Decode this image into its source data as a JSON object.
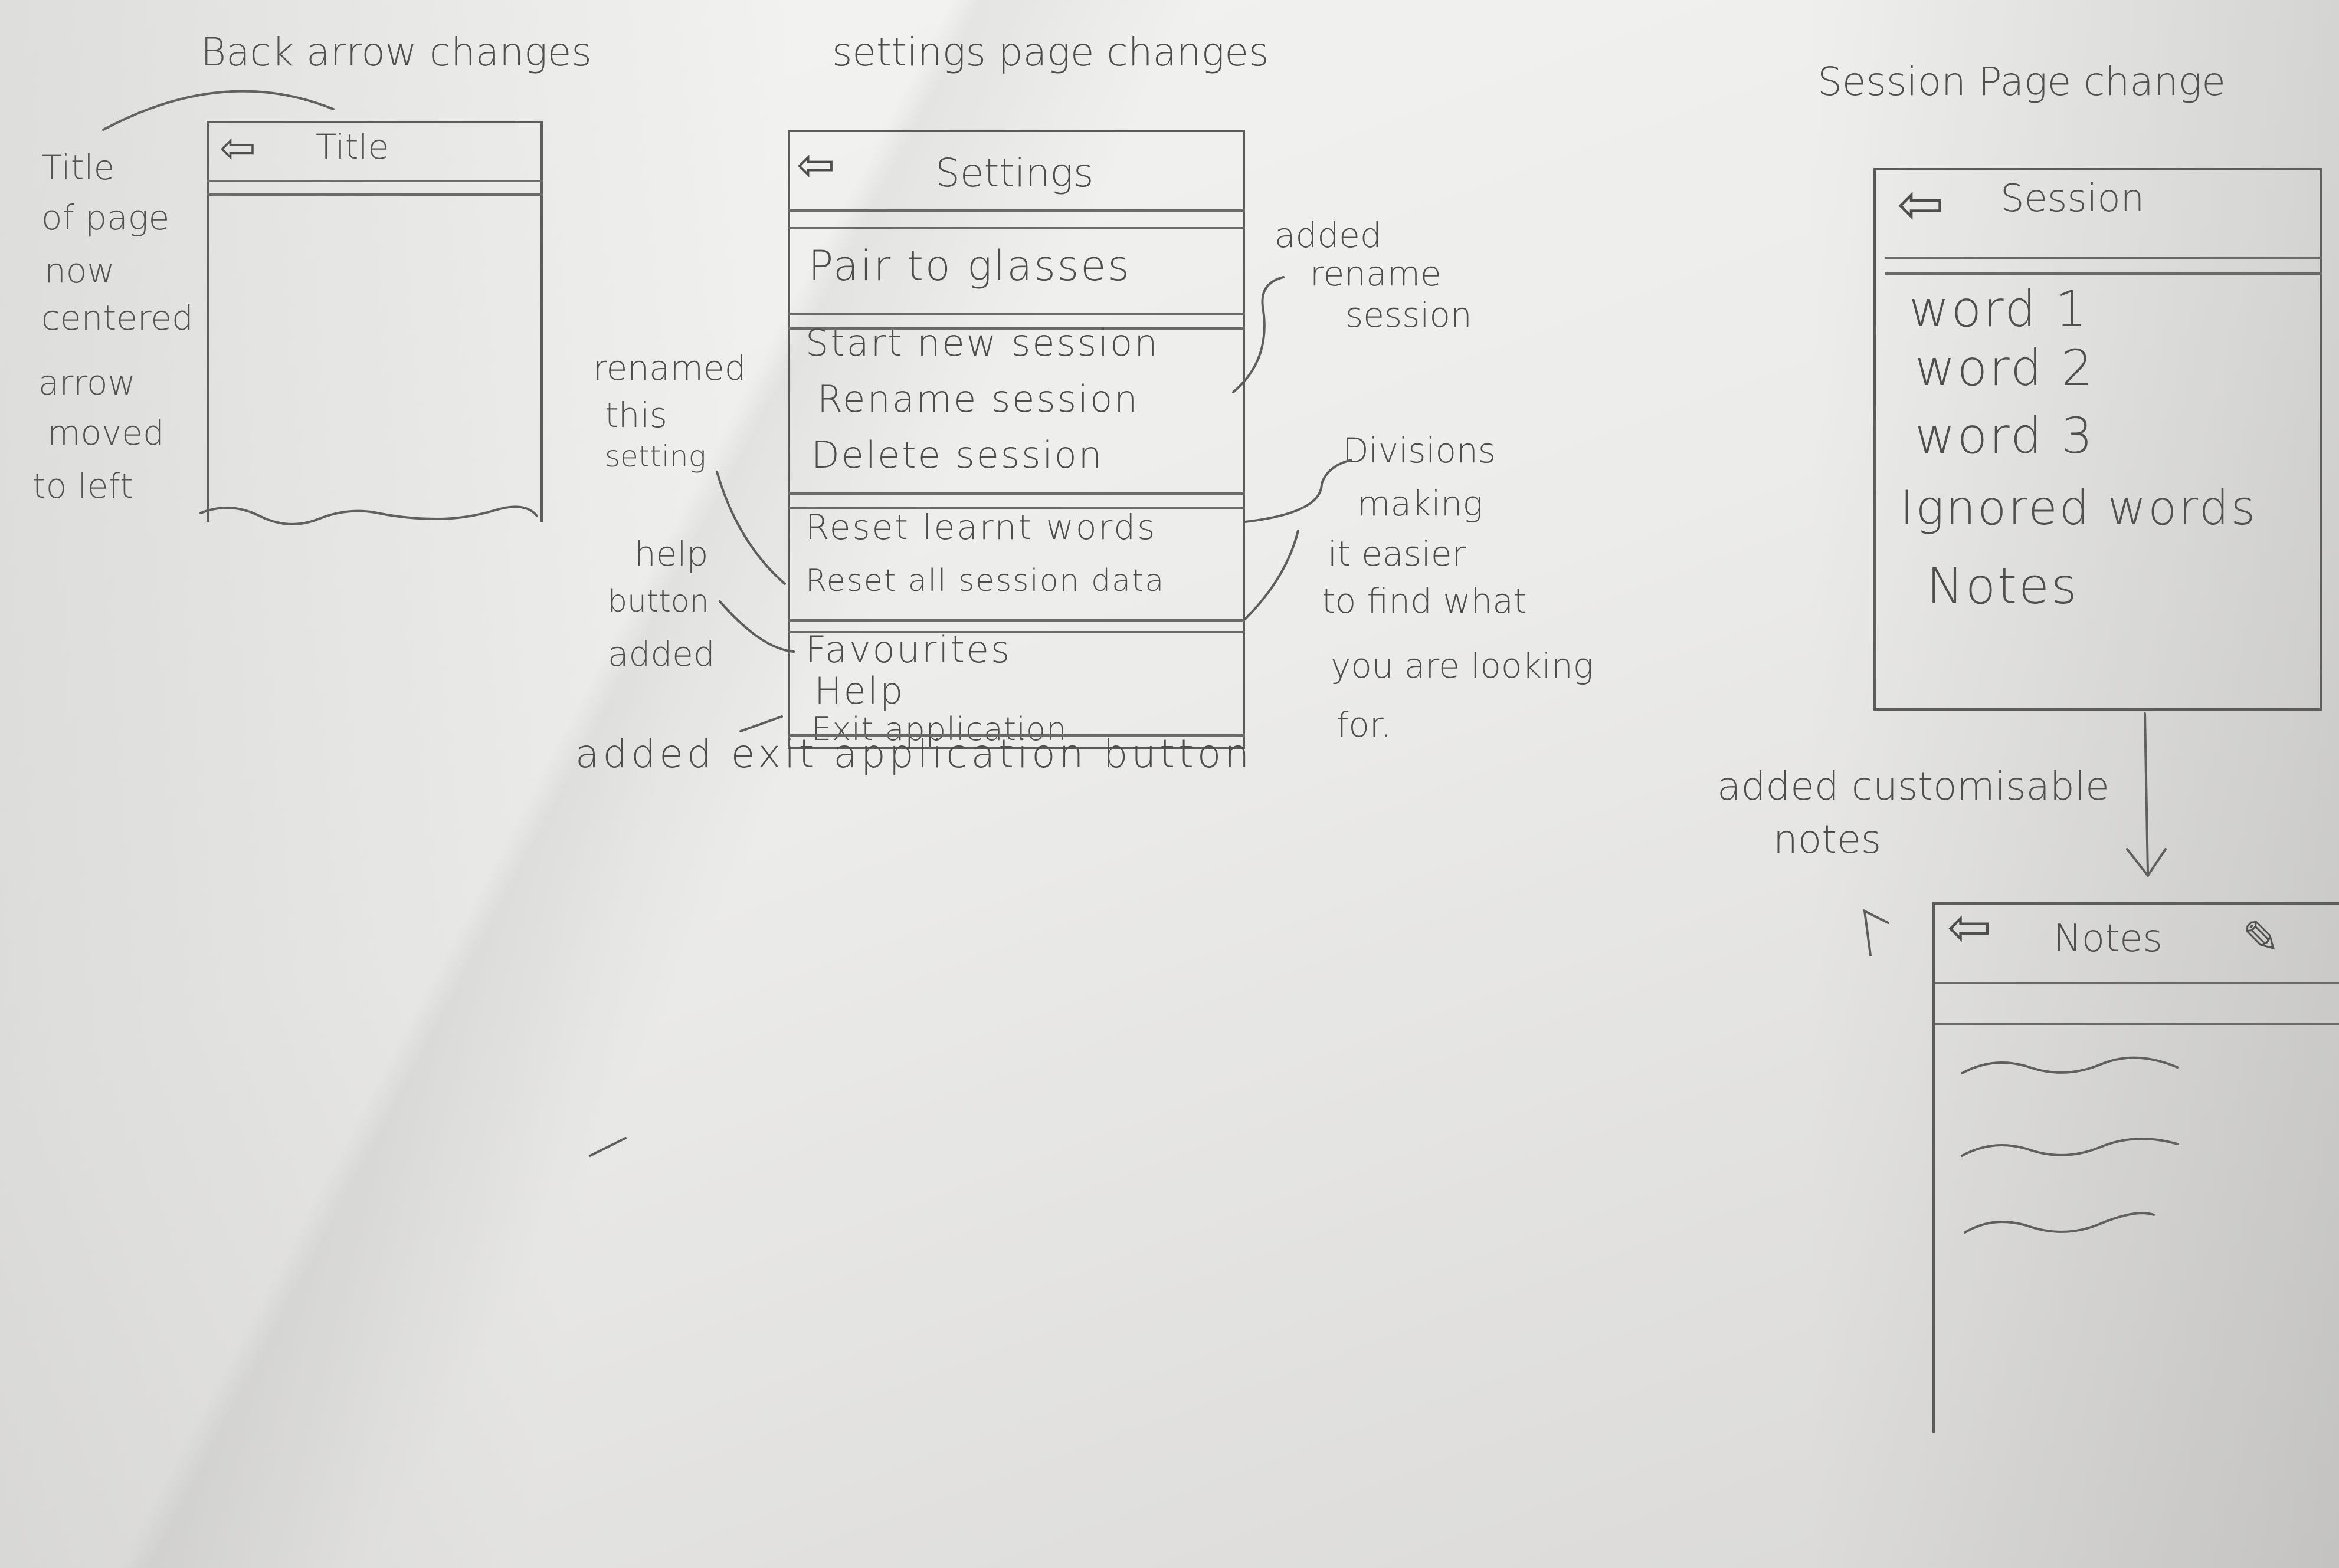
{
  "headings": {
    "back_arrow": "Back arrow changes",
    "settings_page": "settings page changes",
    "session_page": "Session Page change"
  },
  "sketch1": {
    "title": "Title",
    "note_lines": [
      "Title",
      "of page",
      "now",
      "centered",
      "arrow",
      "moved",
      "to left"
    ]
  },
  "sketch2": {
    "title": "Settings",
    "items": [
      "Pair to glasses",
      "Start new session",
      "Rename session",
      "Delete session",
      "Reset learnt words",
      "Reset all session data",
      "Favourites",
      "Help",
      "Exit application"
    ],
    "annotations": {
      "added_rename": [
        "added",
        "rename",
        "session"
      ],
      "renamed": [
        "renamed",
        "this",
        "setting"
      ],
      "help_added": [
        "help",
        "button",
        "added"
      ],
      "divisions": [
        "Divisions",
        "making",
        "it easier",
        "to find what",
        "you are looking",
        "for."
      ],
      "exit_added": "added exit application button"
    }
  },
  "sketch3": {
    "title": "Session",
    "items": [
      "word 1",
      "word 2",
      "word 3",
      "Ignored words",
      "Notes"
    ],
    "annotation": [
      "added customisable",
      "notes"
    ]
  },
  "sketch4": {
    "title": "Notes"
  }
}
